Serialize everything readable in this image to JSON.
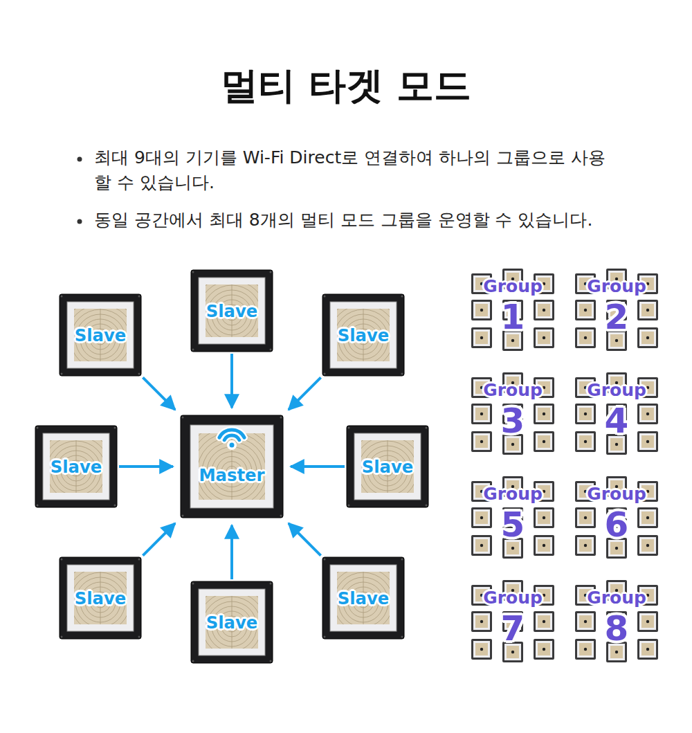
{
  "diagram": {
    "title": "멀티 타겟 모드",
    "nodes": [
      {
        "text": [
          "Slave"
        ]
      },
      {
        "text": [
          "Slave"
        ]
      },
      {
        "text": [
          "Slave"
        ]
      },
      {
        "text": [
          "Slave"
        ]
      },
      {
        "text": [
          "Master"
        ]
      },
      {
        "text": [
          "Slave"
        ]
      },
      {
        "text": [
          "Slave"
        ]
      },
      {
        "text": [
          "Slave"
        ]
      },
      {
        "text": [
          "Slave"
        ]
      },
      {
        "text": [
          "Group",
          "1"
        ]
      },
      {
        "text": [
          "Group",
          "2"
        ]
      },
      {
        "text": [
          "Group",
          "3"
        ]
      },
      {
        "text": [
          "Group",
          "4"
        ]
      },
      {
        "text": [
          "Group",
          "5"
        ]
      },
      {
        "text": [
          "Group",
          "6"
        ]
      },
      {
        "text": [
          "Group",
          "7"
        ]
      },
      {
        "text": [
          "Group",
          "8"
        ]
      }
    ],
    "edges": [
      {
        "from": 0,
        "to": 4,
        "arrow": "to"
      },
      {
        "from": 1,
        "to": 4,
        "arrow": "to"
      },
      {
        "from": 2,
        "to": 4,
        "arrow": "to"
      },
      {
        "from": 3,
        "to": 4,
        "arrow": "to"
      },
      {
        "from": 5,
        "to": 4,
        "arrow": "to"
      },
      {
        "from": 6,
        "to": 4,
        "arrow": "to"
      },
      {
        "from": 7,
        "to": 4,
        "arrow": "to"
      },
      {
        "from": 8,
        "to": 4,
        "arrow": "to"
      }
    ],
    "labels": [
      "최대 9대의 기기를 Wi-Fi Direct로 연결하여 하나의 그룹으로 사용할 수 있습니다.",
      "동일 공간에서 최대 8개의 멀티 모드 그룹을 운영할 수 있습니다."
    ]
  }
}
